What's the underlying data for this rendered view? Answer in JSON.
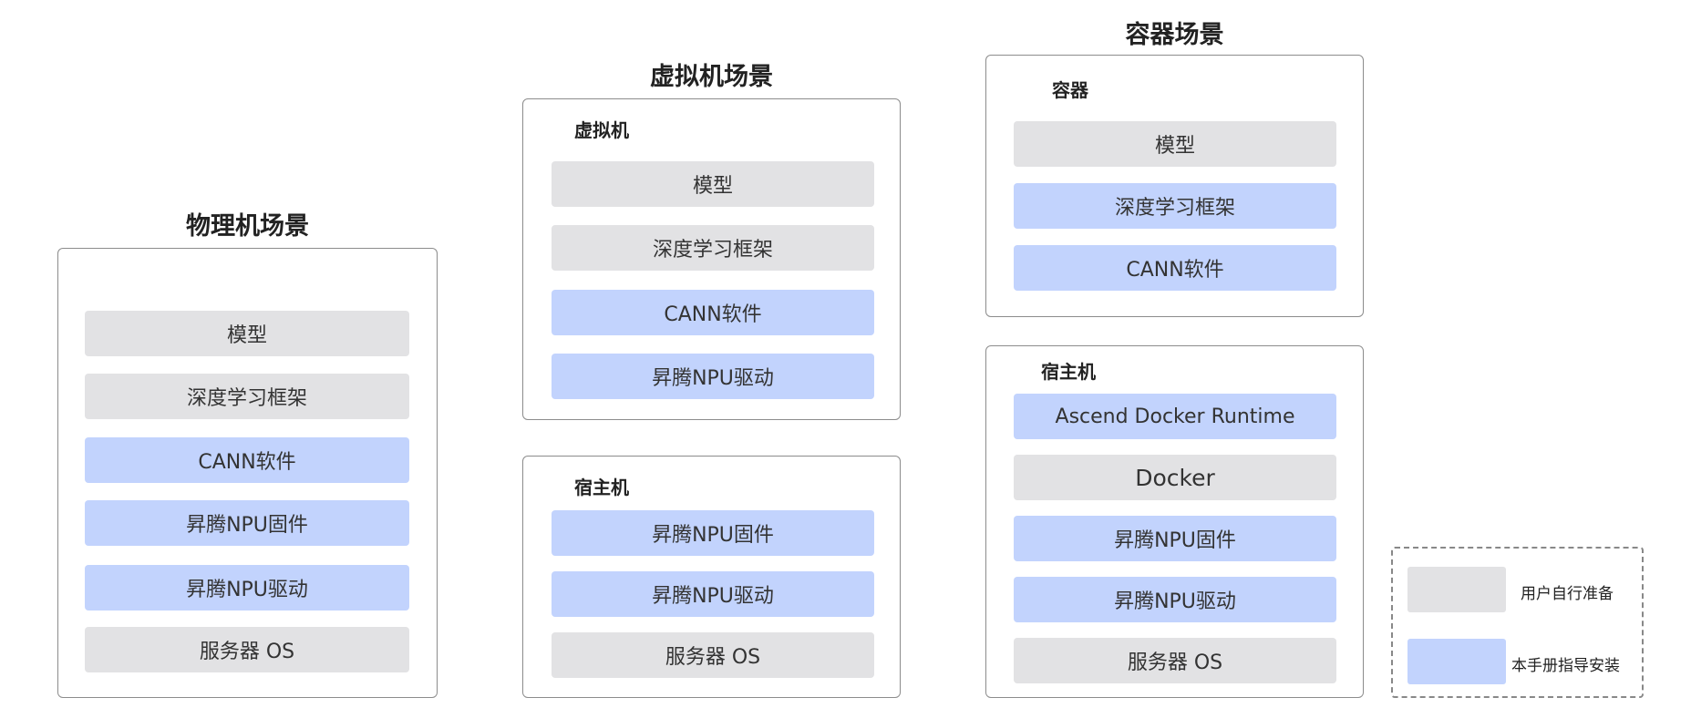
{
  "colors": {
    "user_prepared": "#e2e2e4",
    "manual_installed": "#c2d3fd",
    "frame_border": "#8c8c8c"
  },
  "physical": {
    "title": "物理机场景",
    "layers": [
      {
        "label": "模型",
        "kind": "gray"
      },
      {
        "label": "深度学习框架",
        "kind": "gray"
      },
      {
        "label": "CANN软件",
        "kind": "blue"
      },
      {
        "label": "昇腾NPU固件",
        "kind": "blue"
      },
      {
        "label": "昇腾NPU驱动",
        "kind": "blue"
      },
      {
        "label": "服务器 OS",
        "kind": "gray"
      }
    ]
  },
  "vm": {
    "title": "虚拟机场景",
    "guest": {
      "label": "虚拟机",
      "layers": [
        {
          "label": "模型",
          "kind": "gray"
        },
        {
          "label": "深度学习框架",
          "kind": "gray"
        },
        {
          "label": "CANN软件",
          "kind": "blue"
        },
        {
          "label": "昇腾NPU驱动",
          "kind": "blue"
        }
      ]
    },
    "host": {
      "label": "宿主机",
      "layers": [
        {
          "label": "昇腾NPU固件",
          "kind": "blue"
        },
        {
          "label": "昇腾NPU驱动",
          "kind": "blue"
        },
        {
          "label": "服务器 OS",
          "kind": "gray"
        }
      ]
    }
  },
  "container": {
    "title": "容器场景",
    "guest": {
      "label": "容器",
      "layers": [
        {
          "label": "模型",
          "kind": "gray"
        },
        {
          "label": "深度学习框架",
          "kind": "blue"
        },
        {
          "label": "CANN软件",
          "kind": "blue"
        }
      ]
    },
    "host": {
      "label": "宿主机",
      "layers": [
        {
          "label": "Ascend Docker Runtime",
          "kind": "blue"
        },
        {
          "label": "Docker",
          "kind": "gray"
        },
        {
          "label": "昇腾NPU固件",
          "kind": "blue"
        },
        {
          "label": "昇腾NPU驱动",
          "kind": "blue"
        },
        {
          "label": "服务器 OS",
          "kind": "gray"
        }
      ]
    }
  },
  "legend": {
    "items": [
      {
        "label": "用户自行准备",
        "kind": "gray"
      },
      {
        "label": "本手册指导安装",
        "kind": "blue"
      }
    ]
  }
}
